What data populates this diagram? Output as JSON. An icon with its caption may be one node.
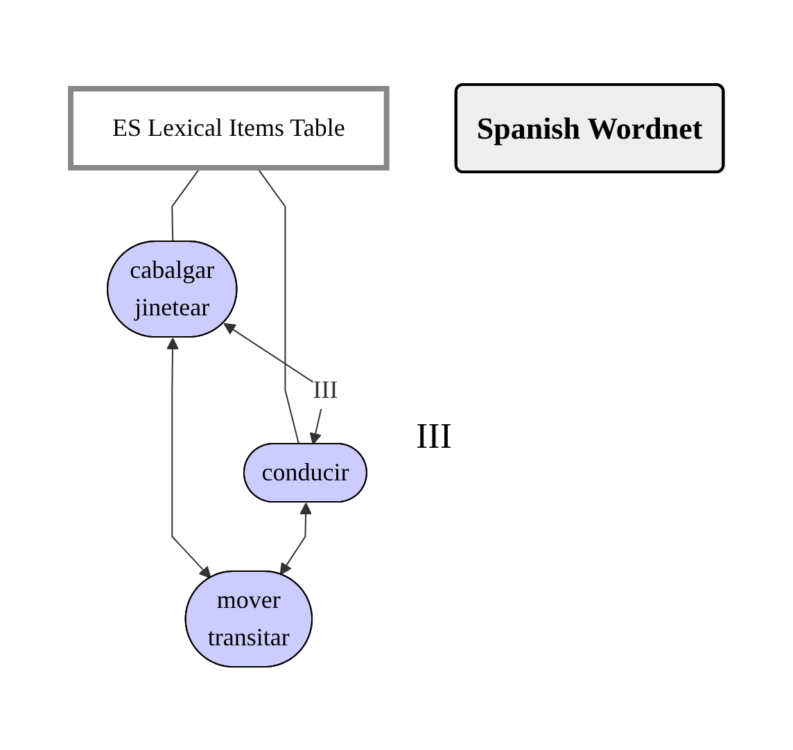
{
  "diagram": {
    "nodes": [
      {
        "text": [
          "ES Lexical Items Table"
        ]
      },
      {
        "text": [
          "cabalgar",
          "jinetear"
        ]
      },
      {
        "text": [
          "conducir"
        ]
      },
      {
        "text": [
          "mover",
          "transitar"
        ]
      },
      {
        "text": [
          "Spanish Wordnet"
        ]
      }
    ],
    "edges": [
      {
        "from": 0,
        "to": 1,
        "arrow": "none"
      },
      {
        "from": 0,
        "to": 2,
        "arrow": "none"
      },
      {
        "from": 1,
        "to": 2,
        "arrow": "both",
        "label": "III"
      },
      {
        "from": 1,
        "to": 3,
        "arrow": "both"
      },
      {
        "from": 2,
        "to": 3,
        "arrow": "both"
      }
    ],
    "labels": [
      "III"
    ]
  }
}
